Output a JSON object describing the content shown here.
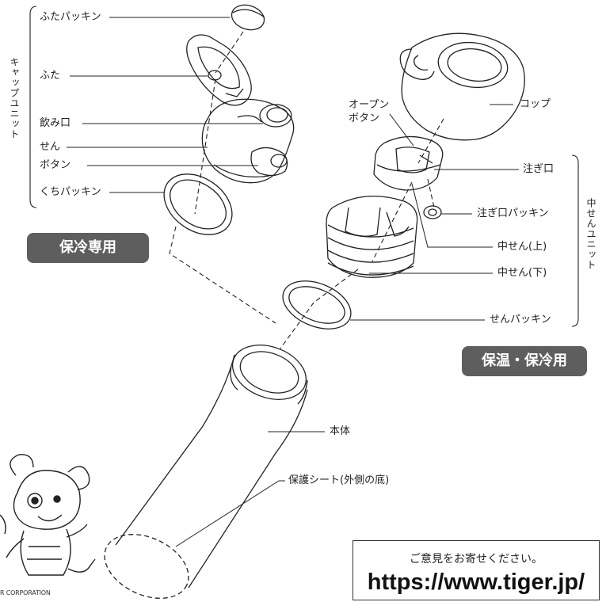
{
  "cap_unit": {
    "group_label": "キャップユニット",
    "badge": "保冷専用",
    "labels": {
      "lid_gasket": "ふたパッキン",
      "lid": "ふた",
      "drinking_spout": "飲み口",
      "stopper": "せん",
      "button": "ボタン",
      "mouth_gasket": "くちパッキン"
    }
  },
  "stopper_unit": {
    "group_label": "中せんユニット",
    "badge": "保温・保冷用",
    "labels": {
      "open_button": "オープン\nボタン",
      "cup": "コップ",
      "pour_spout": "注ぎ口",
      "pour_spout_gasket": "注ぎ口パッキン",
      "inner_stopper_upper": "中せん(上)",
      "inner_stopper_lower": "中せん(下)",
      "stopper_gasket": "せんパッキン"
    }
  },
  "body": {
    "main_body": "本体",
    "protective_sheet": "保護シート(外側の底)"
  },
  "footer": {
    "feedback": "ご意見をお寄せください。",
    "url": "https://www.tiger.jp/",
    "corporation": "R CORPORATION"
  }
}
